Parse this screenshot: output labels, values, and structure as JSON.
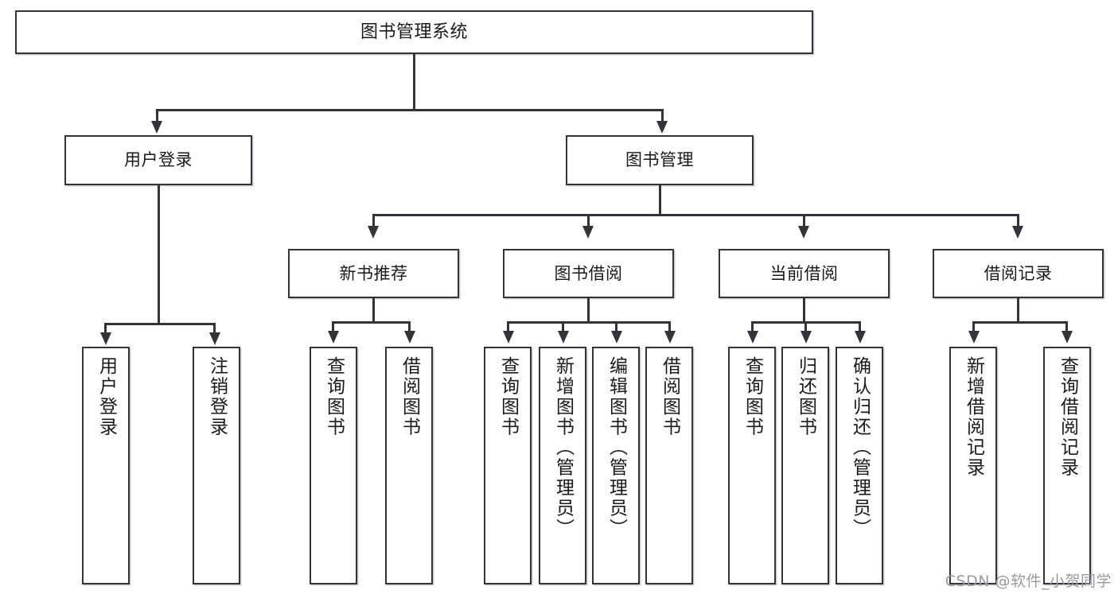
{
  "diagram": {
    "type": "tree-hierarchy-chart",
    "title": "图书管理系统",
    "levels": 4,
    "root": {
      "label": "图书管理系统"
    },
    "level2": [
      {
        "label": "用户登录"
      },
      {
        "label": "图书管理"
      }
    ],
    "level3": [
      {
        "label": "新书推荐",
        "parent": "图书管理"
      },
      {
        "label": "图书借阅",
        "parent": "图书管理"
      },
      {
        "label": "当前借阅",
        "parent": "图书管理"
      },
      {
        "label": "借阅记录",
        "parent": "图书管理"
      }
    ],
    "leaves": {
      "user_login": [
        {
          "label": "用户登录"
        },
        {
          "label": "注销登录"
        }
      ],
      "new_book_recommend": [
        {
          "label": "查询图书"
        },
        {
          "label": "借阅图书"
        }
      ],
      "book_borrow": [
        {
          "label": "查询图书"
        },
        {
          "label": "新增图书（管理员）"
        },
        {
          "label": "编辑图书（管理员）"
        },
        {
          "label": "借阅图书"
        }
      ],
      "current_borrow": [
        {
          "label": "查询图书"
        },
        {
          "label": "归还图书"
        },
        {
          "label": "确认归还（管理员）"
        }
      ],
      "borrow_records": [
        {
          "label": "新增借阅记录"
        },
        {
          "label": "查询借阅记录"
        }
      ]
    }
  },
  "watermark": {
    "text": "CSDN @软件_小贺同学"
  },
  "colors": {
    "stroke": "#33333a",
    "background": "#ffffff",
    "text": "#1a1a1a",
    "watermark": "#9a9a9f"
  }
}
